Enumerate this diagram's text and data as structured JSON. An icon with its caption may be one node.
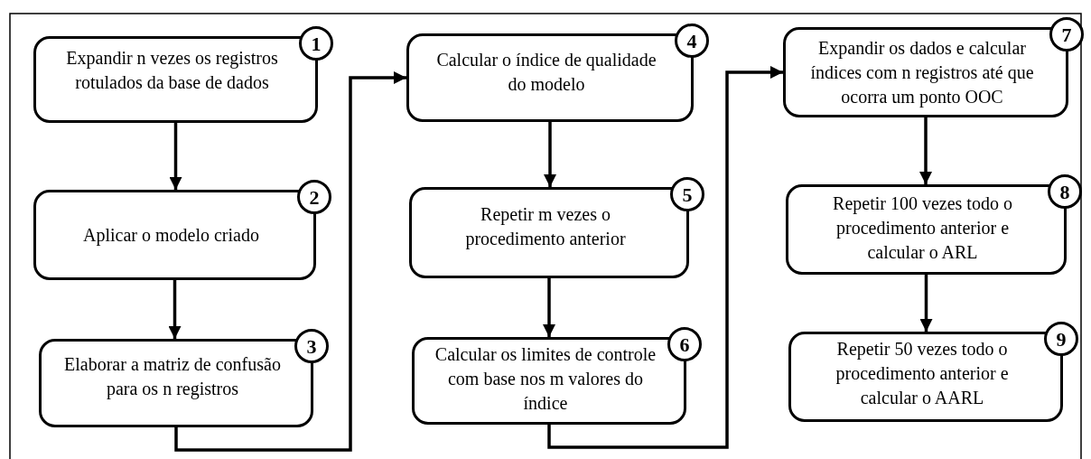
{
  "diagram": {
    "nodes": [
      {
        "text": [
          "Expandir n vezes os registros rotulados da base de dados",
          "1"
        ]
      },
      {
        "text": [
          "Aplicar o modelo criado",
          "2"
        ]
      },
      {
        "text": [
          "Elaborar a matriz de confusão para os n registros",
          "3"
        ]
      },
      {
        "text": [
          "Calcular o índice de qualidade do modelo",
          "4"
        ]
      },
      {
        "text": [
          "Repetir m vezes o procedimento anterior",
          "5"
        ]
      },
      {
        "text": [
          "Calcular os limites de controle com base nos m valores do índice",
          "6"
        ]
      },
      {
        "text": [
          "Expandir os dados e calcular índices com n registros até que ocorra um ponto OOC",
          "7"
        ]
      },
      {
        "text": [
          "Repetir 100 vezes todo o procedimento anterior e calcular o ARL",
          "8"
        ]
      },
      {
        "text": [
          "Repetir 50 vezes todo o procedimento anterior e calcular o AARL",
          "9"
        ]
      }
    ],
    "edges": [
      {
        "from": 0,
        "to": 1,
        "arrow": "to"
      },
      {
        "from": 1,
        "to": 2,
        "arrow": "to"
      },
      {
        "from": 2,
        "to": 3,
        "arrow": "to"
      },
      {
        "from": 3,
        "to": 4,
        "arrow": "to"
      },
      {
        "from": 4,
        "to": 5,
        "arrow": "to"
      },
      {
        "from": 5,
        "to": 6,
        "arrow": "to"
      },
      {
        "from": 6,
        "to": 7,
        "arrow": "to"
      },
      {
        "from": 7,
        "to": 8,
        "arrow": "to"
      }
    ]
  }
}
